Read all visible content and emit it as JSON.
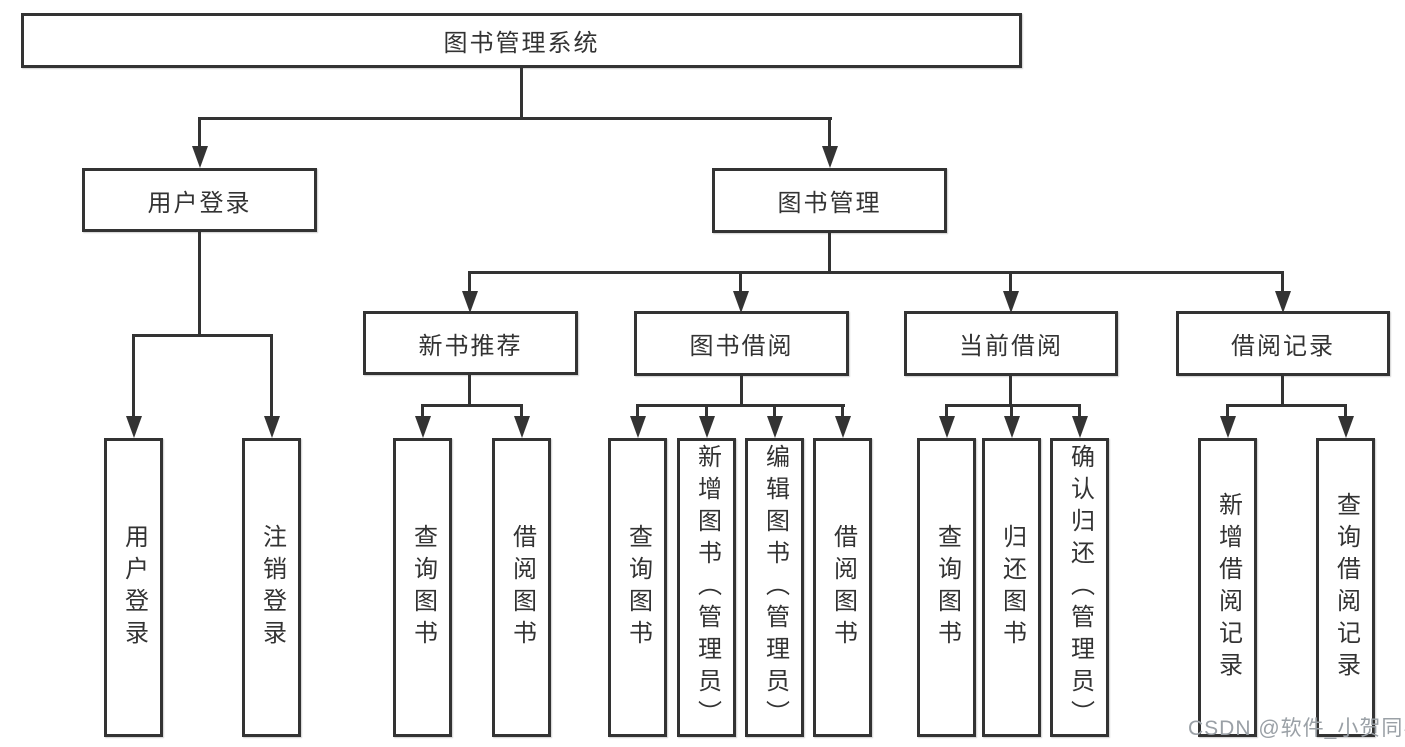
{
  "diagram": {
    "title": "图书管理系统",
    "level1": [
      "用户登录",
      "图书管理"
    ],
    "level2": [
      "新书推荐",
      "图书借阅",
      "当前借阅",
      "借阅记录"
    ],
    "leaves": {
      "login": [
        "用户登录",
        "注销登录"
      ],
      "recommend": [
        "查询图书",
        "借阅图书"
      ],
      "borrow": [
        "查询图书",
        "新增图书（管理员）",
        "编辑图书（管理员）",
        "借阅图书"
      ],
      "current": [
        "查询图书",
        "归还图书",
        "确认归还（管理员）"
      ],
      "records": [
        "新增借阅记录",
        "查询借阅记录"
      ]
    },
    "watermark": "CSDN @软件_小贺同学",
    "colors": {
      "line": "#333333",
      "text": "#333333",
      "watermark": "#9aa0a6",
      "background": "#ffffff"
    }
  }
}
